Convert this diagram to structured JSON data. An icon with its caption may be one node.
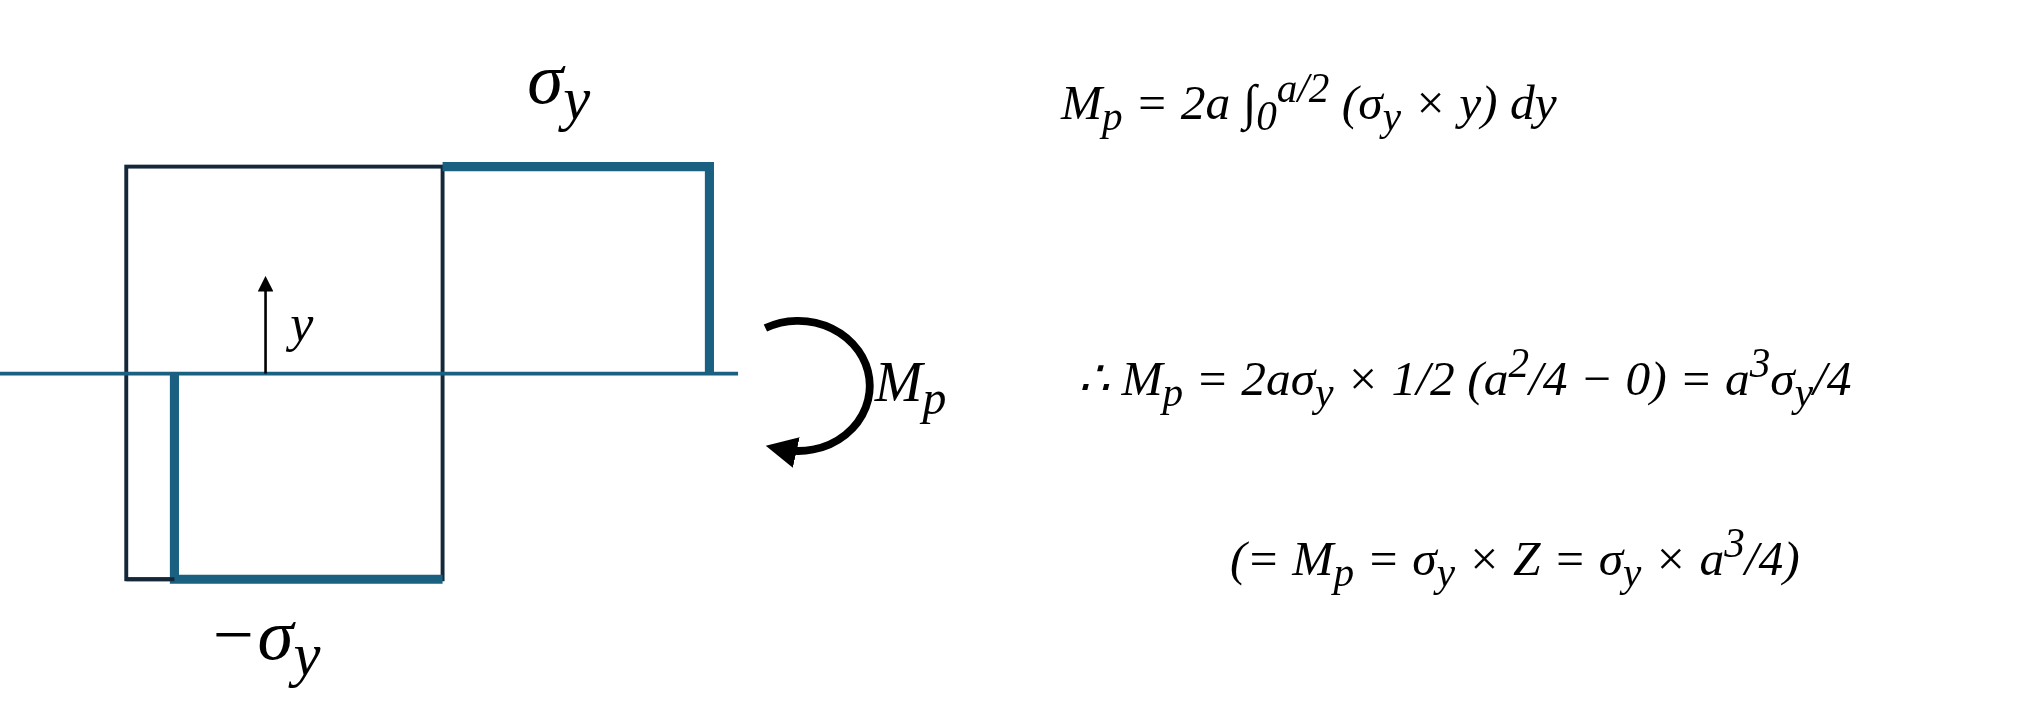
{
  "diagram": {
    "labels": [
      "σ$_{y}$",
      "y",
      "M$_{p}$",
      "−σ$_{y}$",
      "M$_{p}$ = 2a ∫$_{0}$$^{a/2}$ (σ$_{y}$ × y) dy",
      "∴ M$_{p}$ = 2aσ$_{y}$ × 1/2 (a$^{2}$/4 − 0) = a$^{3}$σ$_{y}$/4",
      "(= M$_{p}$ = σ$_{y}$ × Z = σ$_{y}$ × a$^{3}$/4)"
    ]
  }
}
